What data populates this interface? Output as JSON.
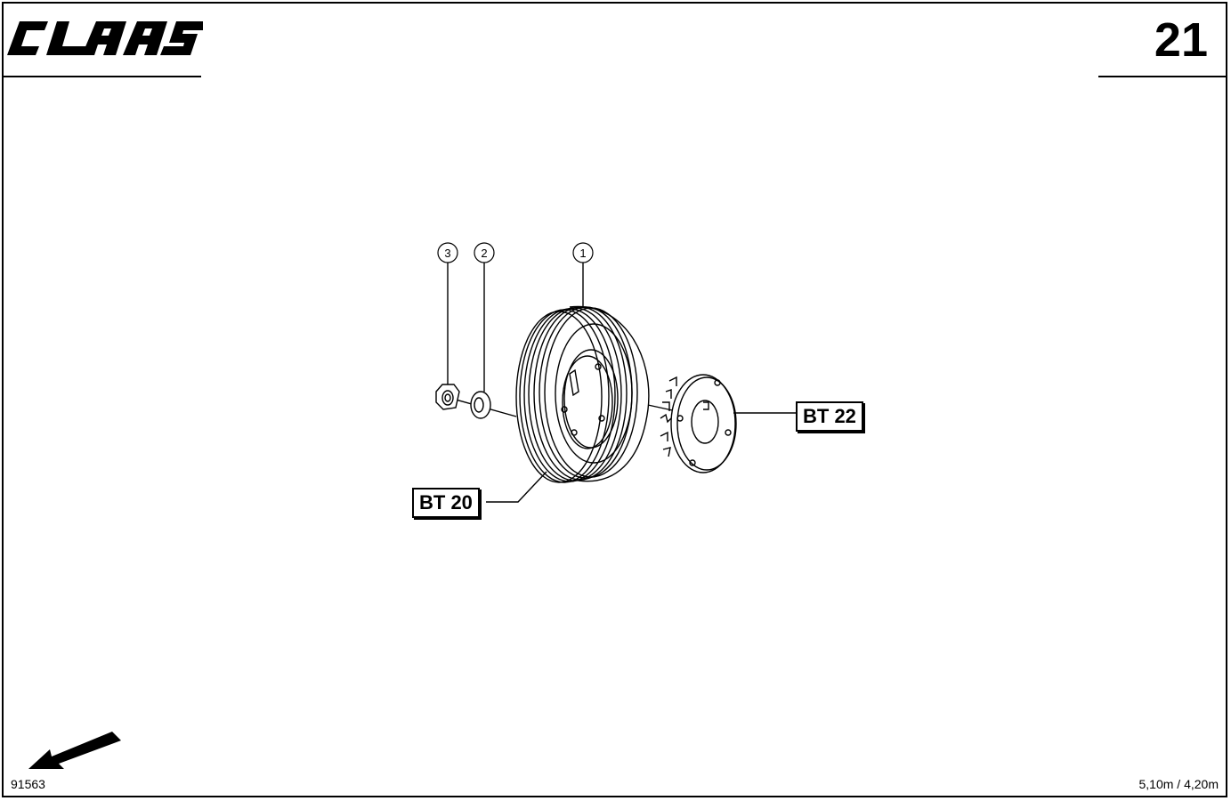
{
  "header": {
    "brand": "CLAAS",
    "page_number": "21"
  },
  "callouts": {
    "item_1": "1",
    "item_2": "2",
    "item_3": "3"
  },
  "references": {
    "bt20": "BT 20",
    "bt22": "BT 22"
  },
  "footer": {
    "drawing_number": "91563",
    "model_range": "5,10m / 4,20m"
  },
  "icons": {
    "direction_arrow": "arrow-down-left-icon"
  },
  "colors": {
    "ink": "#000000",
    "paper": "#ffffff"
  }
}
